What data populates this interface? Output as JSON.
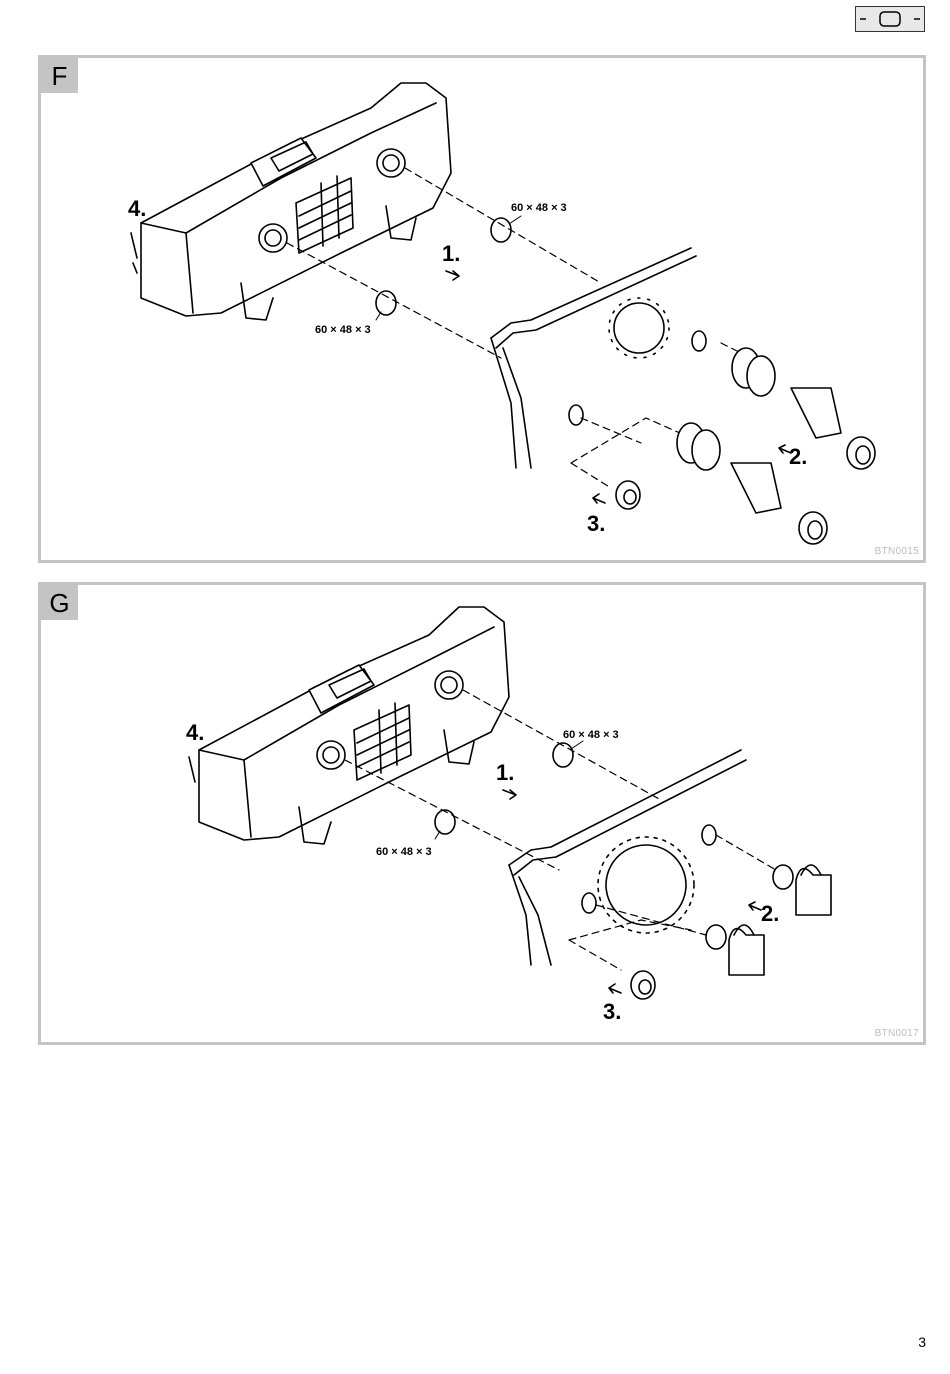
{
  "panels": [
    {
      "label": "F",
      "ref_code": "BTN0015",
      "callouts": {
        "step1": "1.",
        "step2": "2.",
        "step3": "3.",
        "step4": "4.",
        "seal_upper": "60 × 48 × 3",
        "seal_lower": "60 × 48 × 3"
      }
    },
    {
      "label": "G",
      "ref_code": "BTN0017",
      "callouts": {
        "step1": "1.",
        "step2": "2.",
        "step3": "3.",
        "step4": "4.",
        "seal_upper": "60 × 48 × 3",
        "seal_lower": "60 × 48 × 3"
      }
    }
  ],
  "page_number": "3",
  "corner_symbol": "device-symbol-icon"
}
